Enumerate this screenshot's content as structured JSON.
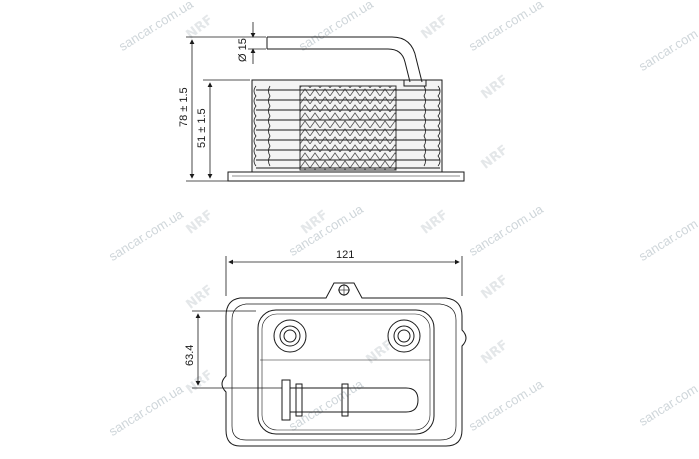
{
  "watermark": {
    "site_text": "sancar.com.ua",
    "logo_text": "NRF"
  },
  "drawing": {
    "side_view": {
      "pipe_diameter_label": "Ø 15",
      "total_height_label": "78 ± 1.5",
      "core_height_label": "51 ± 1.5"
    },
    "top_view": {
      "width_label": "121",
      "height_label": "63.4"
    }
  },
  "colors": {
    "line": "#1a1a1a",
    "core_fill": "#f2f2f2",
    "watermark": "#cfd6da"
  }
}
